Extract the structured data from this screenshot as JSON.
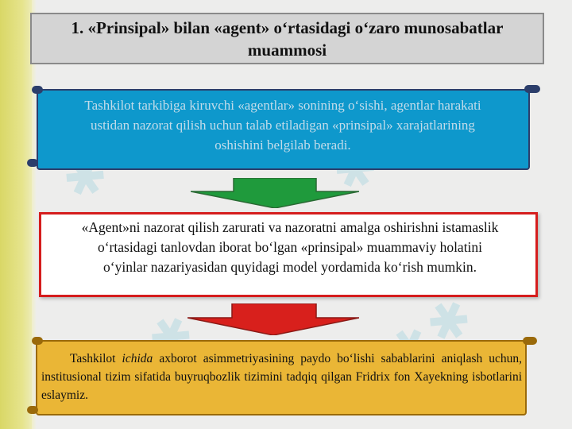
{
  "title": {
    "line1": "1. «Prinsipal» bilan «agent» o‘rtasidagi o‘zaro munosabatlar",
    "line2": "muammosi"
  },
  "box_blue": {
    "line1": "Tashkilot tarkibiga kiruvchi «agentlar» sonining o‘sishi, agentlar harakati",
    "line2": "ustidan nazorat qilish uchun talab etiladigan «prinsipal» xarajatlarining",
    "line3": "oshishini belgilab beradi."
  },
  "box_red": {
    "line1": "«Agent»ni nazorat qilish zarurati va nazoratni amalga oshirishni istamaslik",
    "line2": "o‘rtasidagi tanlovdan iborat bo‘lgan «prinsipal» muammaviy holatini",
    "line3": "o‘yinlar nazariyasidan quyidagi model yordamida ko‘rish mumkin."
  },
  "box_gold": {
    "part1": "Tashkilot",
    "part2_italic": "ichida",
    "part3": "axborot asimmetriyasining paydo bo‘lishi sabablarini aniqlash uchun, institusional tizim sifatida buyruqbozlik tizimini tadqiq qilgan Fridrix fon Xayekning isbotlarini eslaymiz."
  },
  "colors": {
    "accent_band": "#d9d766",
    "blue_box": "#0e98cc",
    "red_border": "#d51d1d",
    "gold_box": "#eab636",
    "green_arrow": "#1f9a3c",
    "red_arrow": "#d8201c"
  }
}
